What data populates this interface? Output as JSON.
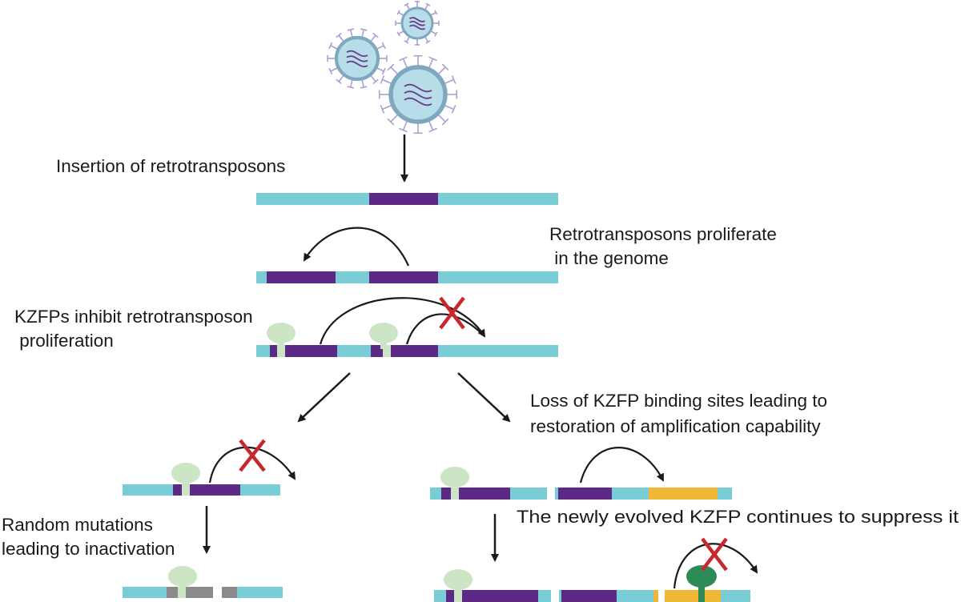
{
  "labels": {
    "insertion": "Insertion of retrotransposons",
    "proliferate_line1": "Retrotransposons proliferate",
    "proliferate_line2": " in the genome",
    "kzfp_inhibit_line1": "KZFPs inhibit retrotransposon",
    "kzfp_inhibit_line2": " proliferation",
    "loss_line1": "Loss of KZFP binding sites leading to",
    "loss_line2": "restoration of amplification capability",
    "random_line1": "Random mutations",
    "random_line2": "leading to inactivation",
    "newly_evolved": "The newly evolved KZFP continues to suppress it"
  },
  "colors": {
    "dna": "#78cdd7",
    "retrotransposon": "#5c2a86",
    "kzfp": "#cce5c4",
    "new_kzfp": "#2e8b57",
    "inactivated": "#8a8a8a",
    "new_copy": "#f0b836",
    "block_x": "#c8272d",
    "arrow": "#1a1a1a",
    "virus_core": "#b7dde8",
    "virus_shell": "#7fa8bf",
    "virus_spike": "#a9a0d0",
    "virus_rna": "#6a3a8c"
  }
}
